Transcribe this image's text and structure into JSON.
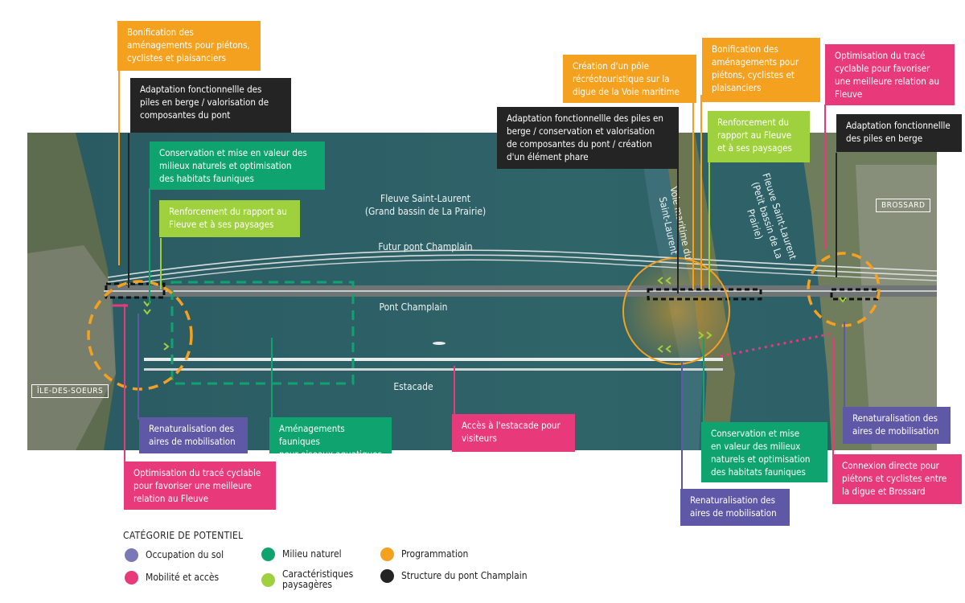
{
  "map": {
    "water_labels": {
      "main_river": "Fleuve Saint-Laurent\n(Grand bassin de La Prairie)",
      "small_river": "Fleuve Saint-Laurent\n(Petit bassin de La\nPrairie)",
      "seaway": "Voie maritime du\nSaint-Laurent"
    },
    "structure_labels": {
      "new_bridge": "Futur pont Champlain",
      "bridge": "Pont Champlain",
      "estacade": "Estacade"
    },
    "place_labels": {
      "west": "ÎLE-DES-SOEURS",
      "east": "BROSSARD"
    }
  },
  "callouts": [
    {
      "id": "c1",
      "category": "programmation",
      "text": "Bonification des\naménagements pour piétons,\ncyclistes et plaisanciers"
    },
    {
      "id": "c2",
      "category": "structure",
      "text": "Adaptation fonctionnellle des\npiles en berge / valorisation de\ncomposantes du pont"
    },
    {
      "id": "c3",
      "category": "milieu",
      "text": "Conservation et mise en valeur des\nmilieux naturels et optimisation\ndes habitats fauniques"
    },
    {
      "id": "c4",
      "category": "paysage",
      "text": "Renforcement du rapport au\nFleuve et à ses paysages"
    },
    {
      "id": "c5",
      "category": "programmation",
      "text": "Création d'un pôle\nrécréotouristique sur la\ndigue de la Voie maritime"
    },
    {
      "id": "c6",
      "category": "structure",
      "text": "Adaptation fonctionnellle des piles en\nberge / conservation et valorisation\nde composantes du pont / création\nd'un élément phare"
    },
    {
      "id": "c7",
      "category": "programmation",
      "text": "Bonification des\naménagements pour\npiétons, cyclistes et\nplaisanciers"
    },
    {
      "id": "c8",
      "category": "paysage",
      "text": "Renforcement du\nrapport au Fleuve\net à ses paysages"
    },
    {
      "id": "c9",
      "category": "mobilite",
      "text": "Optimisation du tracé\ncyclable pour favoriser\nune meilleure relation au\nFleuve"
    },
    {
      "id": "c10",
      "category": "structure",
      "text": "Adaptation fonctionnellle\ndes piles en berge"
    },
    {
      "id": "c11",
      "category": "occupation",
      "text": "Renaturalisation des\naires de mobilisation"
    },
    {
      "id": "c12",
      "category": "milieu",
      "text": "Aménagements fauniques\npour oiseaux aquatiques"
    },
    {
      "id": "c13",
      "category": "mobilite",
      "text": "Accès à l'estacade pour\nvisiteurs"
    },
    {
      "id": "c14",
      "category": "mobilite",
      "text": "Optimisation du tracé cyclable\npour favoriser une meilleure\nrelation au Fleuve"
    },
    {
      "id": "c15",
      "category": "milieu",
      "text": "Conservation et mise\nen valeur des milieux\nnaturels et optimisation\ndes habitats fauniques"
    },
    {
      "id": "c16",
      "category": "occupation",
      "text": "Renaturalisation des\naires de mobilisation"
    },
    {
      "id": "c17",
      "category": "occupation",
      "text": "Renaturalisation des\naires de mobilisation"
    },
    {
      "id": "c18",
      "category": "mobilite",
      "text": "Connexion directe pour\npiétons et cyclistes entre\nla digue et Brossard"
    }
  ],
  "legend": {
    "title": "CATÉGORIE DE POTENTIEL",
    "items": [
      {
        "key": "occupation",
        "label": "Occupation du sol",
        "color": "#7b78b8"
      },
      {
        "key": "mobilite",
        "label": "Mobilité et accès",
        "color": "#e8397a"
      },
      {
        "key": "milieu",
        "label": "Milieu naturel",
        "color": "#0fa46f"
      },
      {
        "key": "paysage",
        "label": "Caractéristiques\npaysagères",
        "color": "#9fd03d"
      },
      {
        "key": "programmation",
        "label": "Programmation",
        "color": "#f4a11f"
      },
      {
        "key": "structure",
        "label": "Structure du pont Champlain",
        "color": "#242424"
      }
    ]
  },
  "colors": {
    "programmation": "#f4a11f",
    "structure": "#242424",
    "milieu": "#0fa46f",
    "paysage": "#9fd03d",
    "mobilite": "#e8397a",
    "occupation": "#5f58a6",
    "water": "#2e6066"
  }
}
